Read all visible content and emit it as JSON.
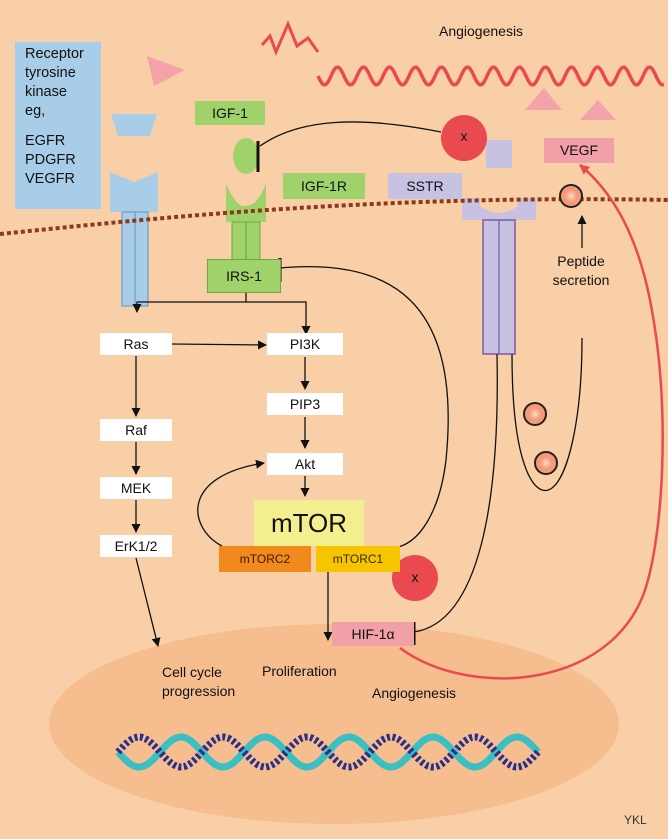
{
  "receptor_box": {
    "line1": "Receptor",
    "line2": "tyrosine",
    "line3": "kinase",
    "line4": "eg,",
    "line5": "EGFR",
    "line6": "PDGFR",
    "line7": "VEGFR"
  },
  "labels": {
    "angiogenesis_top": "Angiogenesis",
    "igf1": "IGF-1",
    "igf1r": "IGF-1R",
    "sstr": "SSTR",
    "vegf": "VEGF",
    "irs1": "IRS-1",
    "peptide_line1": "Peptide",
    "peptide_line2": "secretion",
    "inhibitor_x": "x"
  },
  "pathway": {
    "ras": "Ras",
    "pi3k": "PI3K",
    "pip3": "PIP3",
    "raf": "Raf",
    "akt": "Akt",
    "mek": "MEK",
    "mtor": "mTOR",
    "erk": "ErK1/2",
    "mtorc2": "mTORC2",
    "mtorc1": "mTORC1",
    "hif": "HIF-1α"
  },
  "nucleus": {
    "cell_cycle_line1": "Cell cycle",
    "cell_cycle_line2": "progression",
    "proliferation": "Proliferation",
    "angiogenesis": "Angiogenesis"
  },
  "credit": "YKL",
  "colors": {
    "background": "#f9cfa8",
    "nucleus": "#f6bd8f",
    "receptor_blue": "#a8cde8",
    "green": "#9fd26a",
    "lavender": "#c7c2e2",
    "vegf_pink": "#f2a0a8",
    "red": "#e84a4f",
    "mtor_yellow": "#f3ef8f",
    "mtorc2_orange": "#f08a1c",
    "mtorc1_yellow": "#f7c400",
    "dna_teal": "#3bbfc3",
    "dna_navy": "#2a2f88"
  }
}
